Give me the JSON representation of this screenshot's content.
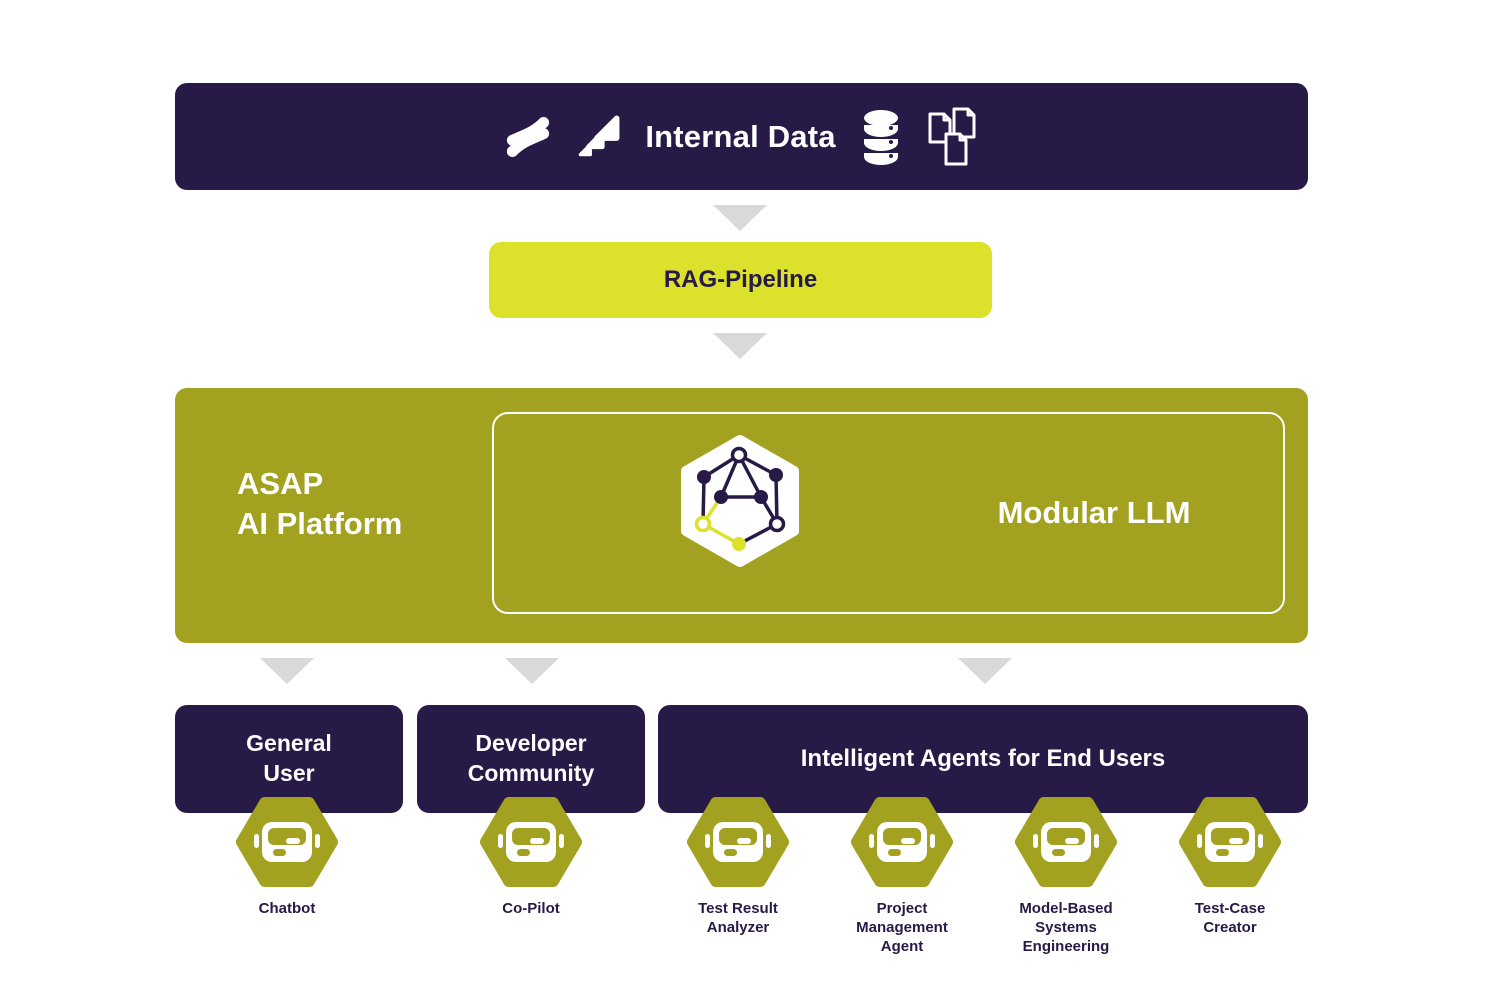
{
  "colors": {
    "purple": "#271a47",
    "olive": "#a3a120",
    "yellow": "#dce22b",
    "arrow_gray": "#d9d9d9",
    "white": "#ffffff"
  },
  "banner": {
    "title": "Internal Data",
    "icons": [
      "confluence-icon",
      "jira-icon",
      "database-icon",
      "documents-icon"
    ]
  },
  "rag": {
    "label": "RAG-Pipeline"
  },
  "platform": {
    "title": "ASAP\nAI Platform",
    "module_label": "Modular LLM",
    "module_icon": "network-hexagon-icon"
  },
  "groups": [
    {
      "label": "General\nUser"
    },
    {
      "label": "Developer\nCommunity"
    },
    {
      "label": "Intelligent Agents for End Users"
    }
  ],
  "agents": [
    {
      "label": "Chatbot"
    },
    {
      "label": "Co-Pilot"
    },
    {
      "label": "Test Result\nAnalyzer"
    },
    {
      "label": "Project\nManagement\nAgent"
    },
    {
      "label": "Model-Based\nSystems\nEngineering"
    },
    {
      "label": "Test-Case\nCreator"
    }
  ]
}
